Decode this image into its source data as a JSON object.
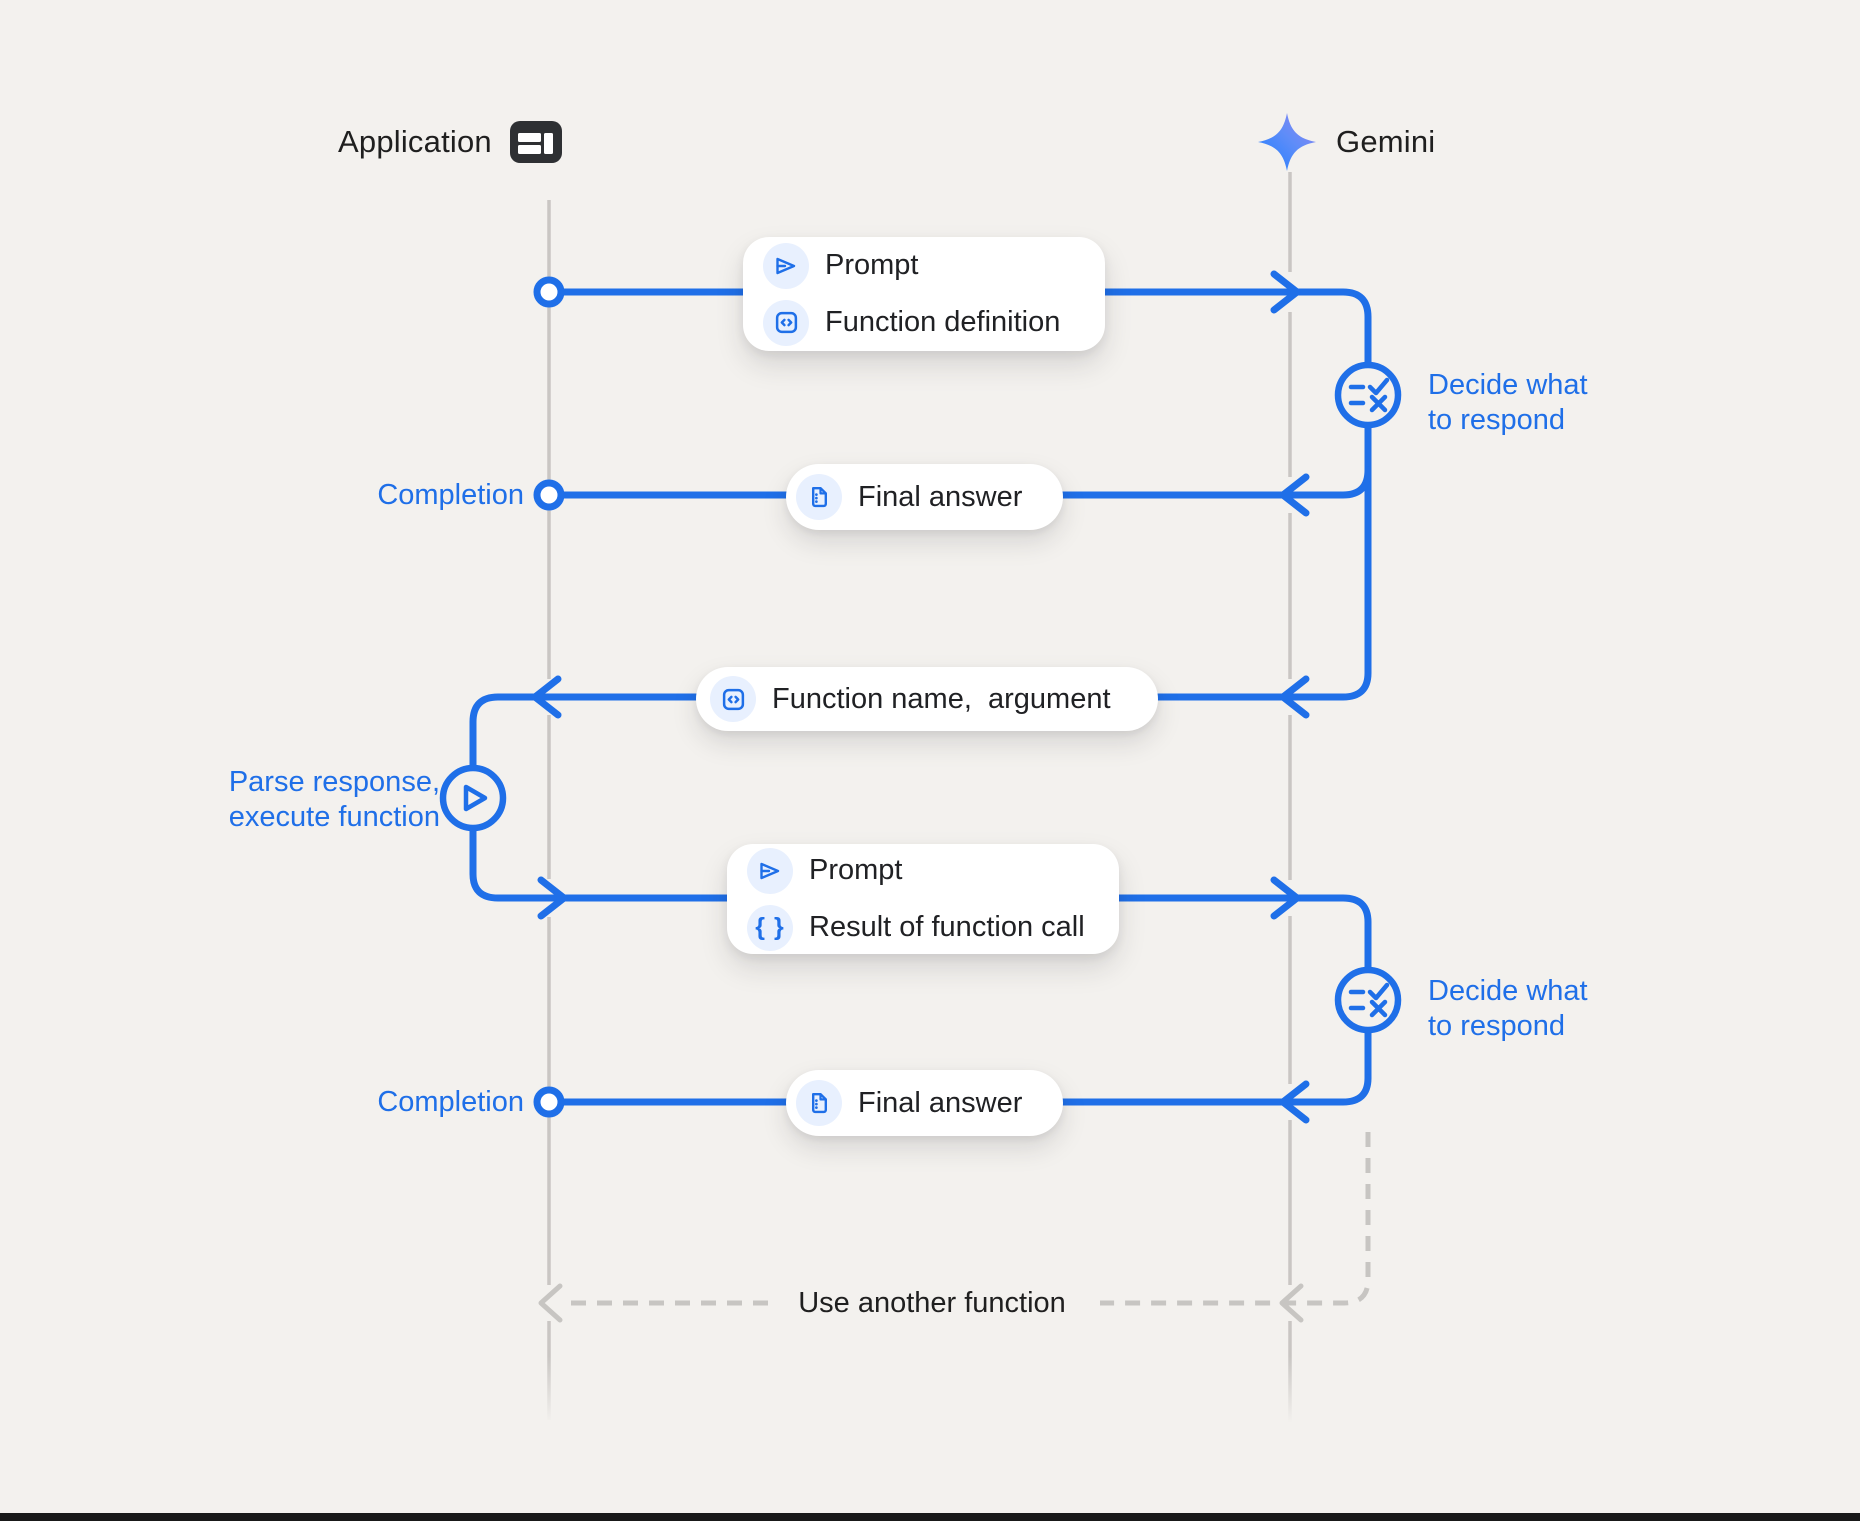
{
  "title": "Gemini function calling sequence diagram",
  "colors": {
    "accent_blue": "#1f6fe8",
    "icon_chip_blue": "#e8f0fe",
    "background": "#f3f1ee",
    "dark_text": "#202124",
    "lifeline_gray": "#c9c6c3",
    "dashed_gray": "#c7c5c2",
    "bottom_bar": "#191919",
    "gemini_star_gradient": [
      "#2e7cf6",
      "#8e85ee"
    ]
  },
  "actors": {
    "application": {
      "label": "Application",
      "icon": "app-window-icon"
    },
    "gemini": {
      "label": "Gemini",
      "icon": "gemini-star-icon"
    }
  },
  "messages": {
    "prompt_function_definition": {
      "rows": [
        {
          "icon": "send-icon",
          "label": "Prompt"
        },
        {
          "icon": "code-box-icon",
          "label": "Function definition"
        }
      ]
    },
    "final_answer_1": {
      "icon": "document-icon",
      "label": "Final answer"
    },
    "function_name_argument": {
      "icon": "code-box-icon",
      "label": "Function name,  argument"
    },
    "prompt_function_result": {
      "rows": [
        {
          "icon": "send-icon",
          "label": "Prompt"
        },
        {
          "icon": "braces-icon",
          "label": "Result of function call"
        }
      ]
    },
    "final_answer_2": {
      "icon": "document-icon",
      "label": "Final answer"
    },
    "use_another_function": {
      "label": "Use another function"
    }
  },
  "annotations": {
    "completion_1": {
      "label": "Completion"
    },
    "completion_2": {
      "label": "Completion"
    },
    "decide_1": {
      "line1": "Decide what",
      "line2": "to respond"
    },
    "decide_2": {
      "line1": "Decide what",
      "line2": "to respond"
    },
    "parse_execute": {
      "line1": "Parse response,",
      "line2": "execute function"
    }
  },
  "glyphs": {
    "braces": "{ }"
  }
}
